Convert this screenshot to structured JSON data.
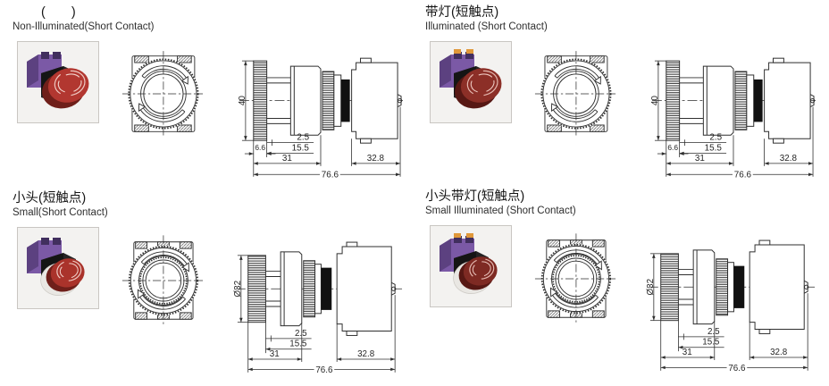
{
  "page": {
    "background": "#ffffff"
  },
  "sections": [
    {
      "id": "non-illuminated",
      "title_cn": "(　　)",
      "title_en": "Non-Illuminated(Short Contact)",
      "variant": "large",
      "photo": {
        "cap_color": "#b23730",
        "body_color": "#242424",
        "block_color": "#7b59a6",
        "background": "#f3f2f0"
      }
    },
    {
      "id": "illuminated",
      "title_cn": "带灯(短触点)",
      "title_en": "Illuminated (Short Contact)",
      "variant": "large",
      "photo": {
        "cap_color": "#8c2f27",
        "body_color": "#242424",
        "block_color": "#7b59a6",
        "accent_color": "#e0983a",
        "background": "#f3f2f0"
      }
    },
    {
      "id": "small",
      "title_cn": "小头(短触点)",
      "title_en": "Small(Short Contact)",
      "variant": "small",
      "photo": {
        "cap_color": "#aa332b",
        "body_color": "#242424",
        "block_color": "#7b59a6",
        "collar_color": "#e9e7e3",
        "background": "#f3f2f0"
      }
    },
    {
      "id": "small-illuminated",
      "title_cn": "小头带灯(短触点)",
      "title_en": "Small Illuminated (Short Contact)",
      "variant": "small",
      "photo": {
        "cap_color": "#7e2a23",
        "body_color": "#242424",
        "block_color": "#7b59a6",
        "accent_color": "#e0983a",
        "collar_color": "#e9e7e3",
        "background": "#f3f2f0"
      }
    }
  ],
  "dimensions": {
    "large": {
      "height_mm": "40",
      "hub": "6.6",
      "step": "2.5",
      "ring": "15.5",
      "head": "31",
      "block": "32.8",
      "overall": "76.6"
    },
    "small": {
      "diameter": "Ø32",
      "step": "2.5",
      "ring": "15.5",
      "head": "31",
      "block": "32.8",
      "overall": "76.6"
    }
  },
  "drawing": {
    "stroke_color": "#2f2f2f",
    "gasket_color": "#111111"
  }
}
